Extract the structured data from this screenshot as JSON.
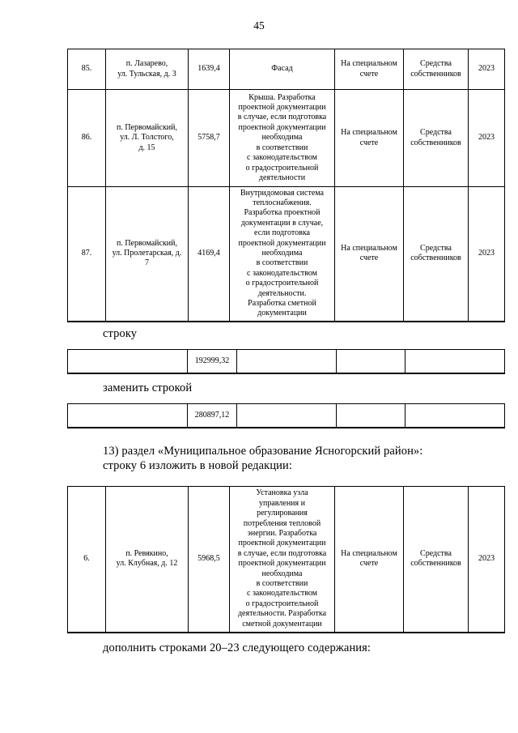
{
  "page": {
    "number": "45"
  },
  "colors": {
    "text": "#000000",
    "background": "#ffffff",
    "table_border": "#000000"
  },
  "main_table": {
    "rows": [
      {
        "num": "85.",
        "address": "п. Лазарево,\nул. Тульская, д. 3",
        "area": "1639,4",
        "work": "Фасад",
        "account": "На специальном\nсчете",
        "source": "Средства\nсобственников",
        "year": "2023"
      },
      {
        "num": "86.",
        "address": "п. Первомайский,\nул. Л. Толстого,\nд. 15",
        "area": "5758,7",
        "work": "Крыша. Разработка\nпроектной документации\nв случае, если подготовка\nпроектной документации\nнеобходима\nв соответствии\nс законодательством\nо градостроительной\nдеятельности",
        "account": "На специальном\nсчете",
        "source": "Средства\nсобственников",
        "year": "2023"
      },
      {
        "num": "87.",
        "address": "п. Первомайский,\nул. Пролетарская, д.\n7",
        "area": "4169,4",
        "work": "Внутридомовая система\nтеплоснабжения.\nРазработка проектной\nдокументации в случае,\nесли подготовка\nпроектной документации\nнеобходима\nв соответствии\nс законодательством\nо градостроительной\nдеятельности.\nРазработка сметной\nдокументации",
        "account": "На специальном\nсчете",
        "source": "Средства\nсобственников",
        "year": "2023"
      }
    ]
  },
  "paragraphs": {
    "stroku": "строку",
    "zamenit": "заменить строкой",
    "section13_line1": "13) раздел «Муниципальное образование Ясногорский район»:",
    "section13_line2": "строку 6 изложить в новой редакции:",
    "dopolnit": "дополнить строками 20–23 следующего содержания:"
  },
  "row_table_old": {
    "values": [
      "",
      "192999,32",
      "",
      "",
      ""
    ]
  },
  "row_table_new": {
    "values": [
      "",
      "280897,12",
      "",
      "",
      ""
    ]
  },
  "section_table": {
    "rows": [
      {
        "num": "6.",
        "address": "п. Ревякино,\nул. Клубная, д. 12",
        "area": "5968,5",
        "work": "Установка узла\nуправления и\nрегулирования\nпотребления тепловой\nэнергии. Разработка\nпроектной документации\nв случае, если подготовка\nпроектной документации\nнеобходима\nв соответствии\nс законодательством\nо градостроительной\nдеятельности. Разработка\nсметной документации",
        "account": "На специальном\nсчете",
        "source": "Средства\nсобственников",
        "year": "2023"
      }
    ]
  }
}
